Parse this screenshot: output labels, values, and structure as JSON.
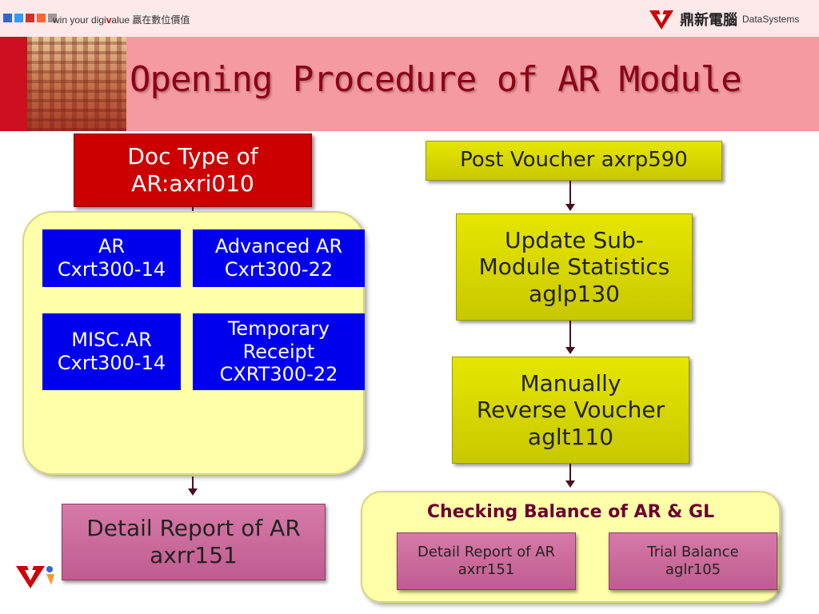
{
  "header": {
    "tagline_pre": "win your digi",
    "tagline_hl": "v",
    "tagline_post": "alue 贏在數位價值",
    "brand_cn": "鼎新電腦",
    "brand_en": "DataSystems",
    "square_colors": [
      "#3366cc",
      "#3399ff",
      "#cc3333",
      "#ff6633",
      "#999999"
    ]
  },
  "title": "Opening Procedure of AR Module",
  "left": {
    "doc_type": [
      "Doc Type of",
      "AR:axri010"
    ],
    "types": [
      {
        "lines": [
          "AR",
          "Cxrt300-14"
        ]
      },
      {
        "lines": [
          "Advanced AR",
          "Cxrt300-22"
        ]
      },
      {
        "lines": [
          "MISC.AR",
          "Cxrt300-14"
        ]
      },
      {
        "lines": [
          "Temporary",
          "Receipt",
          "CXRT300-22"
        ]
      }
    ],
    "detail_report": [
      "Detail Report of AR",
      "axrr151"
    ]
  },
  "right": {
    "post_voucher": "Post Voucher axrp590",
    "update_stats": [
      "Update Sub-",
      "Module Statistics",
      "aglp130"
    ],
    "reverse_voucher": [
      "Manually",
      "Reverse Voucher",
      "aglt110"
    ],
    "checking_title": "Checking Balance of  AR & GL",
    "detail_report": [
      "Detail Report of AR",
      "axrr151"
    ],
    "trial_balance": [
      "Trial Balance",
      "aglr105"
    ]
  },
  "colors": {
    "red": "#cc0000",
    "blue": "#0000ee",
    "yellow": "#cccc00",
    "pink": "#cc6699",
    "cream": "#ffffaa",
    "title": "#8b0016"
  }
}
